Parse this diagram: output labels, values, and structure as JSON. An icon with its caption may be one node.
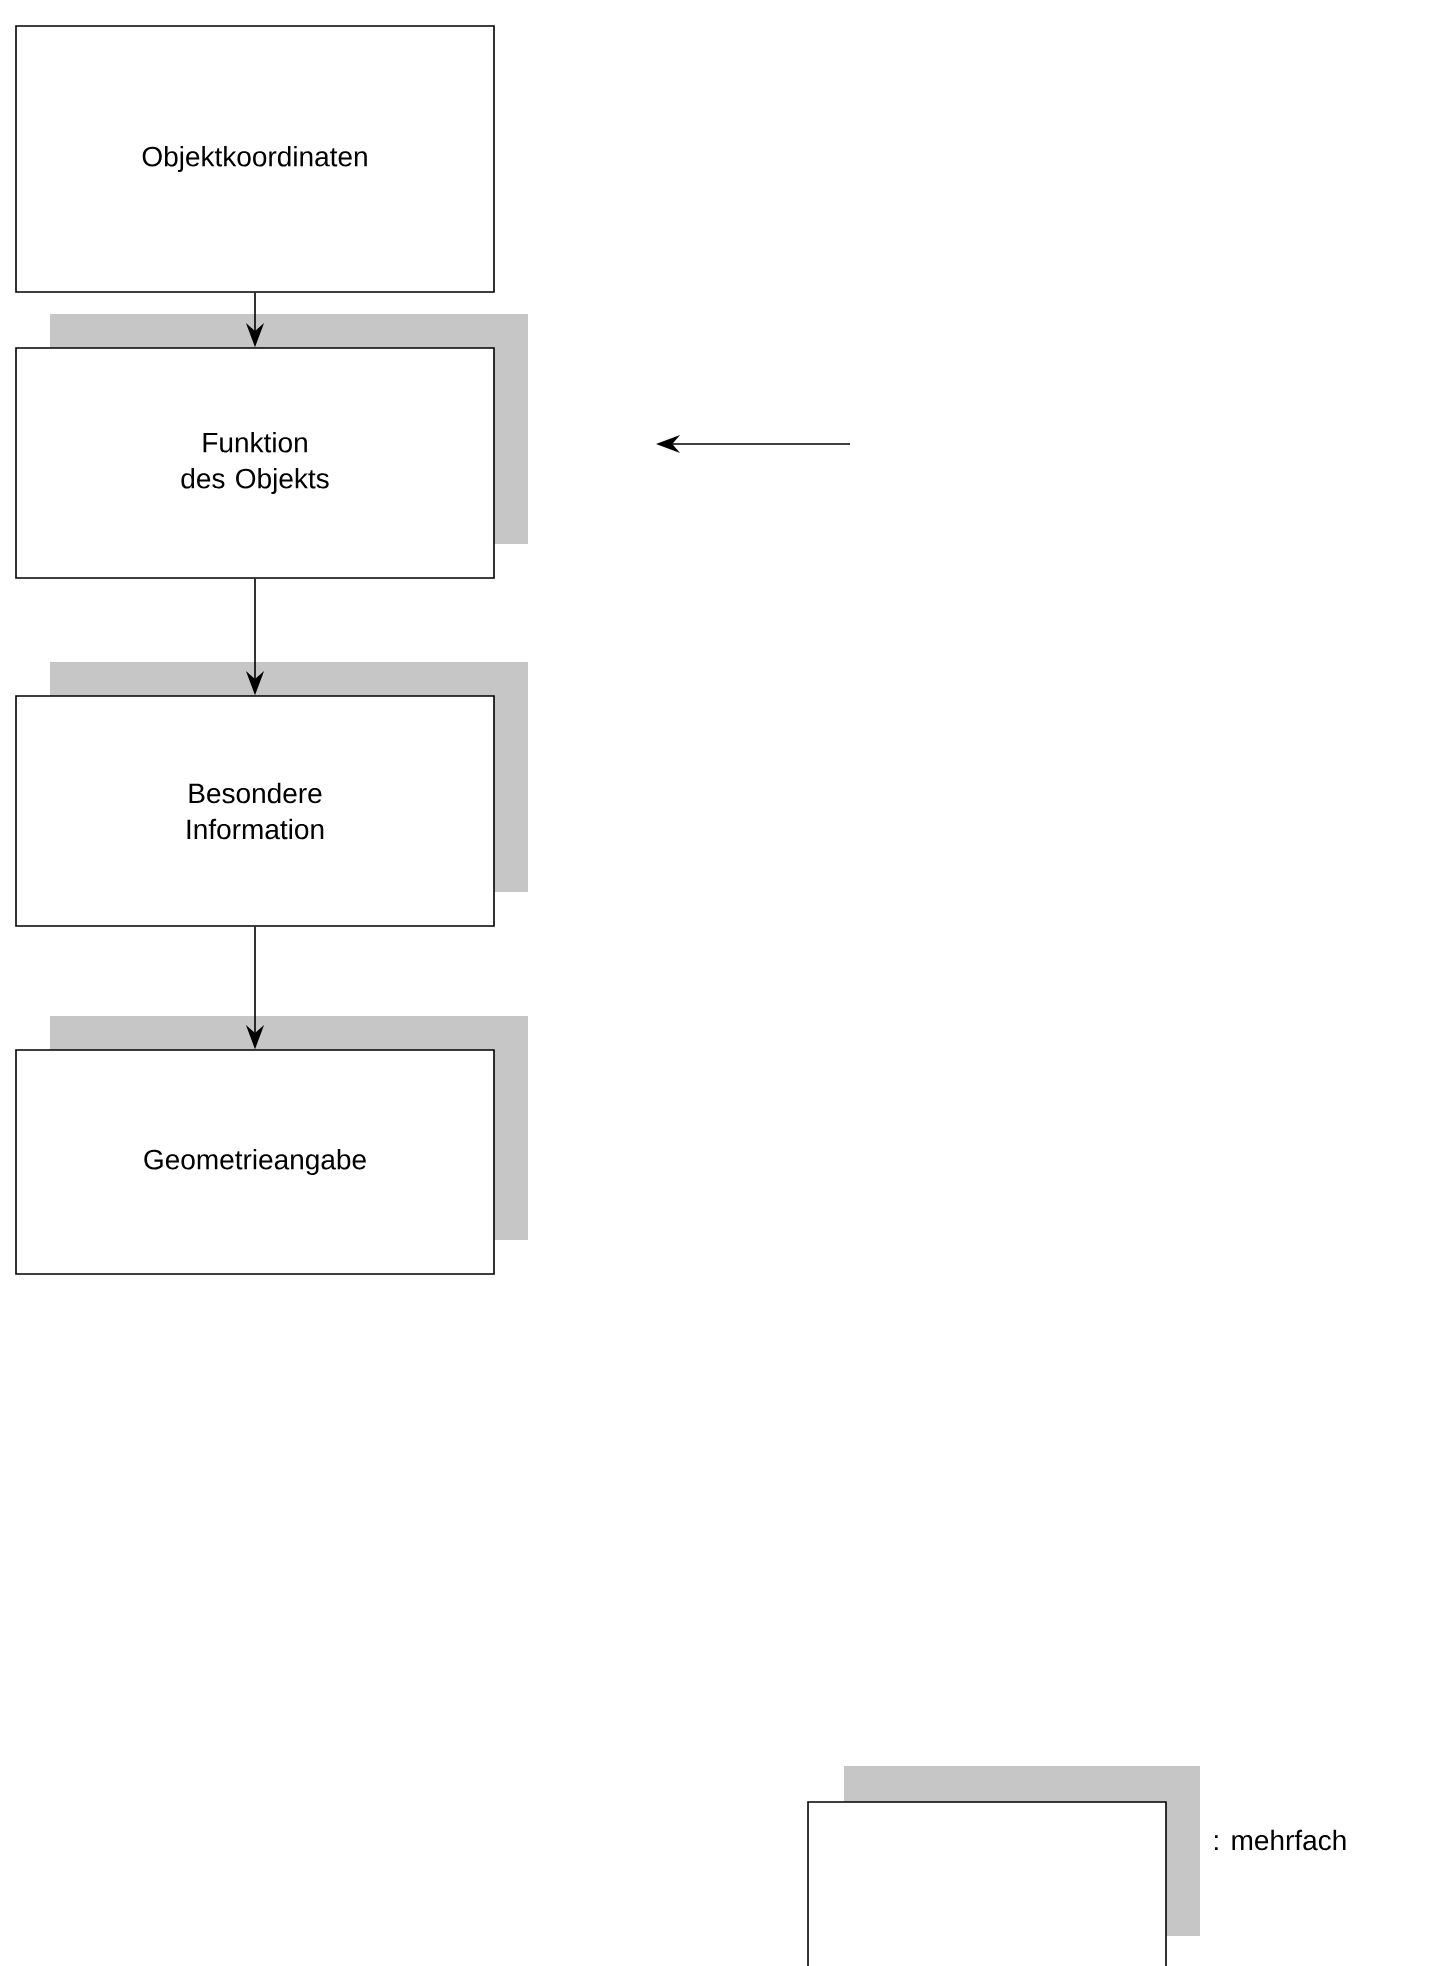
{
  "diagram": {
    "nodes": [
      {
        "text": [
          "Objektkoordinaten"
        ]
      },
      {
        "text": [
          "Funktion des Objekts"
        ]
      },
      {
        "text": [
          "Besondere Information"
        ]
      },
      {
        "text": [
          "Geometrieangabe"
        ]
      }
    ],
    "edges": [
      {
        "from": 0,
        "to": 1,
        "arrow": "to"
      },
      {
        "from": 1,
        "to": 2,
        "arrow": "to"
      },
      {
        "from": 2,
        "to": 3,
        "arrow": "to"
      }
    ],
    "legend": [
      {
        "text": ": mehrfach"
      }
    ]
  }
}
